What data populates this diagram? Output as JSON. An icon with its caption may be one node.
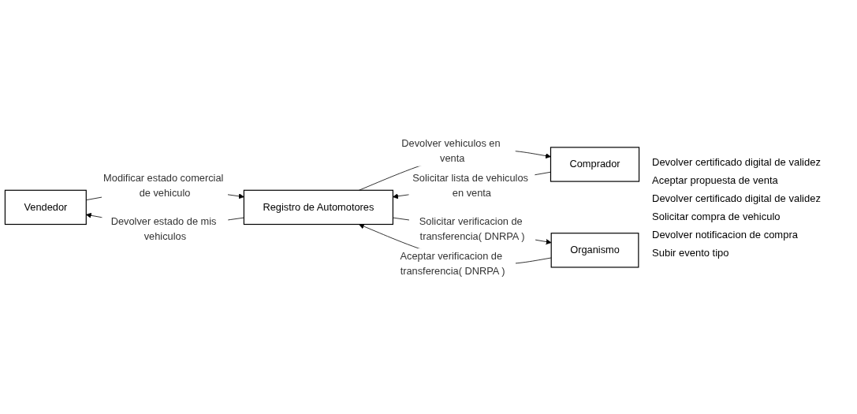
{
  "diagram": {
    "nodes": [
      {
        "text": [
          "Vendedor"
        ]
      },
      {
        "text": [
          "Registro de Automotores"
        ]
      },
      {
        "text": [
          "Comprador"
        ]
      },
      {
        "text": [
          "Organismo"
        ]
      }
    ],
    "edges": [
      {
        "from": 1,
        "to": 0,
        "arrow": "to",
        "label": "Devolver estado de mis vehiculos"
      },
      {
        "from": 0,
        "to": 1,
        "arrow": "to",
        "label": "Modificar estado comercial de vehiculo"
      },
      {
        "from": 2,
        "to": 1,
        "arrow": "to",
        "label": "Solicitar lista de vehiculos en venta"
      },
      {
        "from": 1,
        "to": 2,
        "arrow": "to",
        "label": "Devolver vehiculos en venta"
      },
      {
        "from": 1,
        "to": 3,
        "arrow": "to",
        "label": "Solicitar verificacion de transferencia( DNRPA )"
      },
      {
        "from": 3,
        "to": 1,
        "arrow": "to",
        "label": "Aceptar verificacion de transferencia( DNRPA )"
      }
    ],
    "labels": [
      "Devolver certificado digital de validez",
      "Aceptar propuesta de venta",
      "Devolver certificado digital de validez",
      "Solicitar compra de vehiculo",
      "Devolver notificacion de compra",
      "Subir evento tipo"
    ]
  }
}
